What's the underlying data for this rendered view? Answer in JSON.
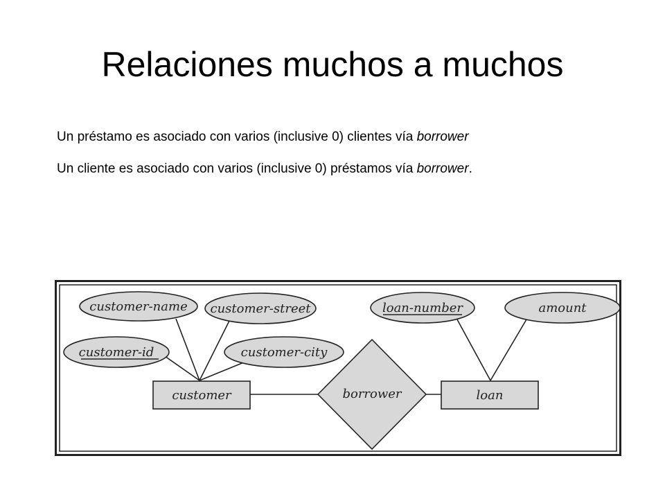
{
  "slide": {
    "title": "Relaciones muchos a muchos",
    "bullets": [
      {
        "text": "Un préstamo es asociado con varios (inclusive 0) clientes vía ",
        "emphasis": "borrower",
        "suffix": ""
      },
      {
        "text": "Un cliente es asociado con varios (inclusive 0) préstamos vía ",
        "emphasis": "borrower",
        "suffix": "."
      }
    ]
  },
  "diagram": {
    "colors": {
      "fill": "#d8d8d8",
      "stroke": "#222222",
      "frame": "#222222"
    },
    "entities": {
      "customer": "customer",
      "loan": "loan"
    },
    "relationship": "borrower",
    "attributes": {
      "customer_name": "customer-name",
      "customer_street": "customer-street",
      "customer_id": "customer-id",
      "customer_city": "customer-city",
      "loan_number": "loan-number",
      "amount": "amount"
    }
  }
}
